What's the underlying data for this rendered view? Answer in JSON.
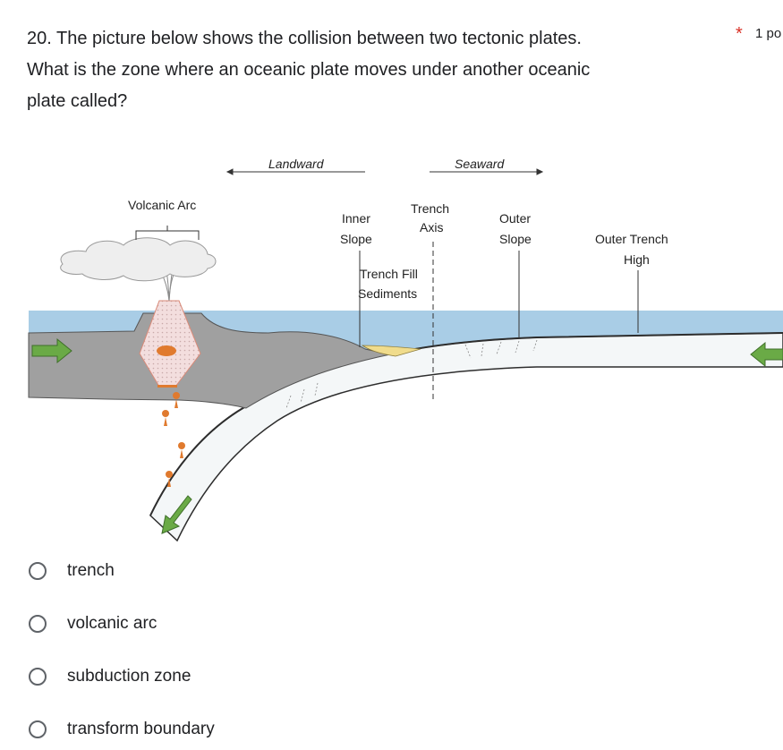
{
  "question": {
    "line1": "20. The picture below shows the collision between two tectonic plates.",
    "line2": "What is the zone where an oceanic plate moves under another oceanic",
    "line3": "plate called?",
    "required_mark": "*",
    "points": "1 po"
  },
  "diagram": {
    "landward": "Landward",
    "seaward": "Seaward",
    "volcanic_arc": "Volcanic Arc",
    "inner_slope_1": "Inner",
    "inner_slope_2": "Slope",
    "trench_axis_1": "Trench",
    "trench_axis_2": "Axis",
    "outer_slope_1": "Outer",
    "outer_slope_2": "Slope",
    "outer_trench_high_1": "Outer Trench",
    "outer_trench_high_2": "High",
    "trench_fill_1": "Trench Fill",
    "trench_fill_2": "Sediments",
    "colors": {
      "ocean": "#a9cde6",
      "plate_gray": "#a0a0a0",
      "slab": "#f4f7f8",
      "sediment": "#f0dc8c",
      "magma": "#e07a2e",
      "arrow_green": "#6aaa46"
    }
  },
  "options": [
    {
      "label": "trench"
    },
    {
      "label": "volcanic arc"
    },
    {
      "label": "subduction zone"
    },
    {
      "label": "transform boundary"
    }
  ]
}
